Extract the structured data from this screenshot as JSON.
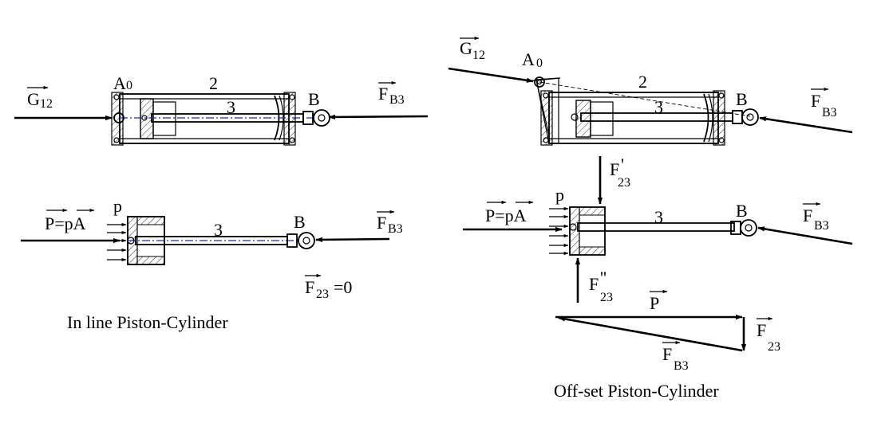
{
  "labels": {
    "g12": "G",
    "g12_sub": "12",
    "a0": "A",
    "a0_sub": "0",
    "b": "B",
    "fb3": "F",
    "fb3_sub": "B3",
    "link2": "2",
    "link3": "3",
    "p_pa": "P=pA",
    "p_small": "p",
    "f23": "F",
    "f23_sub": "23",
    "f23_zero": "=0",
    "f23_prime": "'",
    "f23_dprime": "''",
    "p_vec": "P"
  },
  "captions": {
    "inline": "In line Piston-Cylinder",
    "offset": "Off-set Piston-Cylinder"
  }
}
